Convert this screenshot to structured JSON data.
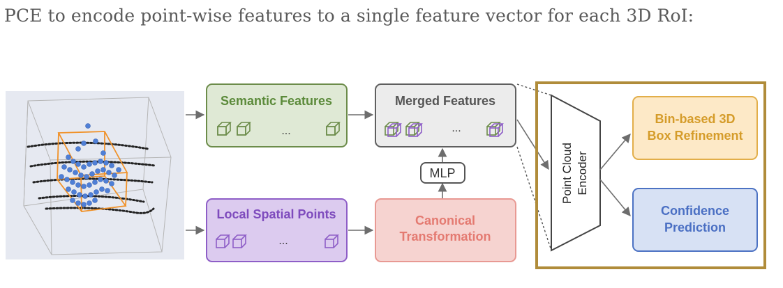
{
  "heading": "PCE to encode point-wise features to a single feature vector for each 3D RoI:",
  "colors": {
    "semantic_fill": "#dfe9d5",
    "semantic_stroke": "#6c8c4a",
    "semantic_text": "#5b8a3a",
    "merged_fill": "#ececec",
    "merged_stroke": "#5f5f5f",
    "merged_text": "#555555",
    "local_fill": "#dccbef",
    "local_stroke": "#8e5ec7",
    "local_text": "#7e4bbd",
    "canonical_fill": "#f6d3d0",
    "canonical_stroke": "#e89993",
    "canonical_text": "#e47a71",
    "bin_fill": "#fde9c7",
    "bin_stroke": "#e2ae49",
    "bin_text": "#d59c2a",
    "conf_fill": "#d7e1f4",
    "conf_stroke": "#4c72c3",
    "conf_text": "#4a6fc3",
    "frame_stroke": "#b08c3a",
    "arrow": "#6d6d6d"
  },
  "boxes": {
    "semantic": {
      "title": "Semantic Features",
      "ellipsis": "..."
    },
    "merged": {
      "title": "Merged Features",
      "ellipsis": "..."
    },
    "local": {
      "title": "Local Spatial Points",
      "ellipsis": "..."
    },
    "canonical": {
      "line1": "Canonical",
      "line2": "Transformation"
    },
    "mlp": {
      "label": "MLP"
    },
    "encoder": {
      "line1": "Point Cloud",
      "line2": "Encoder"
    },
    "bin": {
      "line1": "Bin-based 3D",
      "line2": "Box Refinement"
    },
    "confidence": {
      "line1": "Confidence",
      "line2": "Prediction"
    }
  }
}
